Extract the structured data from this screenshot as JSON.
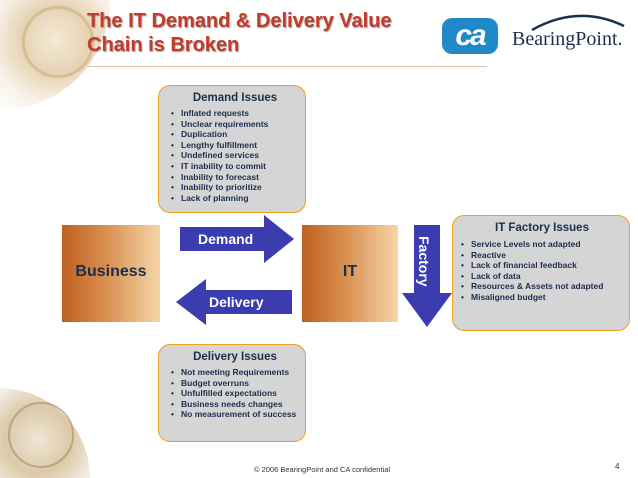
{
  "title_line1": "The IT Demand & Delivery Value",
  "title_line2": "Chain is Broken",
  "logos": {
    "ca": "ca",
    "bearingpoint": "BearingPoint."
  },
  "demand_issues": {
    "title": "Demand Issues",
    "items": [
      "Inflated requests",
      "Unclear requirements",
      "Duplication",
      "Lengthy fulfillment",
      "Undefined services",
      "IT inability to commit",
      "Inability to forecast",
      "Inability to prioritize",
      "Lack of planning"
    ]
  },
  "delivery_issues": {
    "title": "Delivery Issues",
    "items": [
      "Not meeting Requirements",
      "Budget overruns",
      "Unfulfilled expectations",
      "Business needs changes",
      "No measurement of success"
    ]
  },
  "factory_issues": {
    "title": "IT Factory Issues",
    "items": [
      "Service Levels not adapted",
      "Reactive",
      "Lack of financial feedback",
      "Lack of data",
      "Resources & Assets not adapted",
      "Misaligned budget"
    ]
  },
  "diagram": {
    "business": "Business",
    "it": "IT",
    "demand": "Demand",
    "delivery": "Delivery",
    "factory": "Factory"
  },
  "colors": {
    "title": "#c43b2a",
    "arrow": "#3a3cb0",
    "card_border": "#f0a020",
    "text": "#1d2d4d"
  },
  "footer": "© 2006 BearingPoint and CA confidential",
  "page_number": "4"
}
